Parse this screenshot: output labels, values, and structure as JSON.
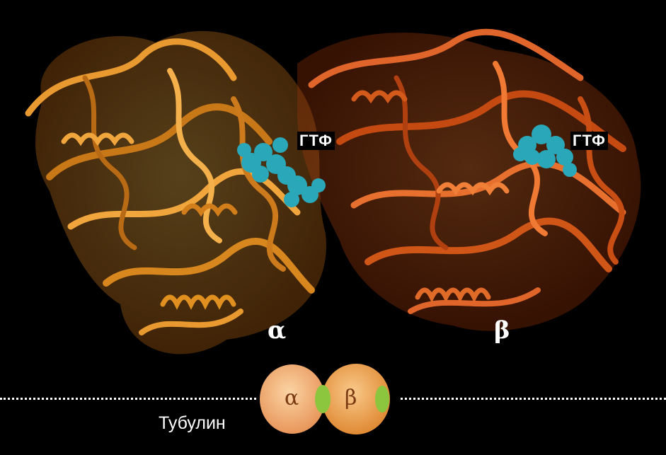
{
  "labels": {
    "gtp_alpha": "ГТФ",
    "gtp_beta": "ГТФ",
    "alpha": "α",
    "beta": "β",
    "tubulin": "Тубулин",
    "schematic_alpha": "α",
    "schematic_beta": "β"
  },
  "colors": {
    "background": "#000000",
    "alpha_subunit": "#e8962c",
    "beta_subunit": "#d9581a",
    "gtp": "#2aa7b8",
    "schematic_alpha": "#f2b27a",
    "schematic_beta": "#eea85a",
    "schematic_site": "#8cc63f"
  }
}
